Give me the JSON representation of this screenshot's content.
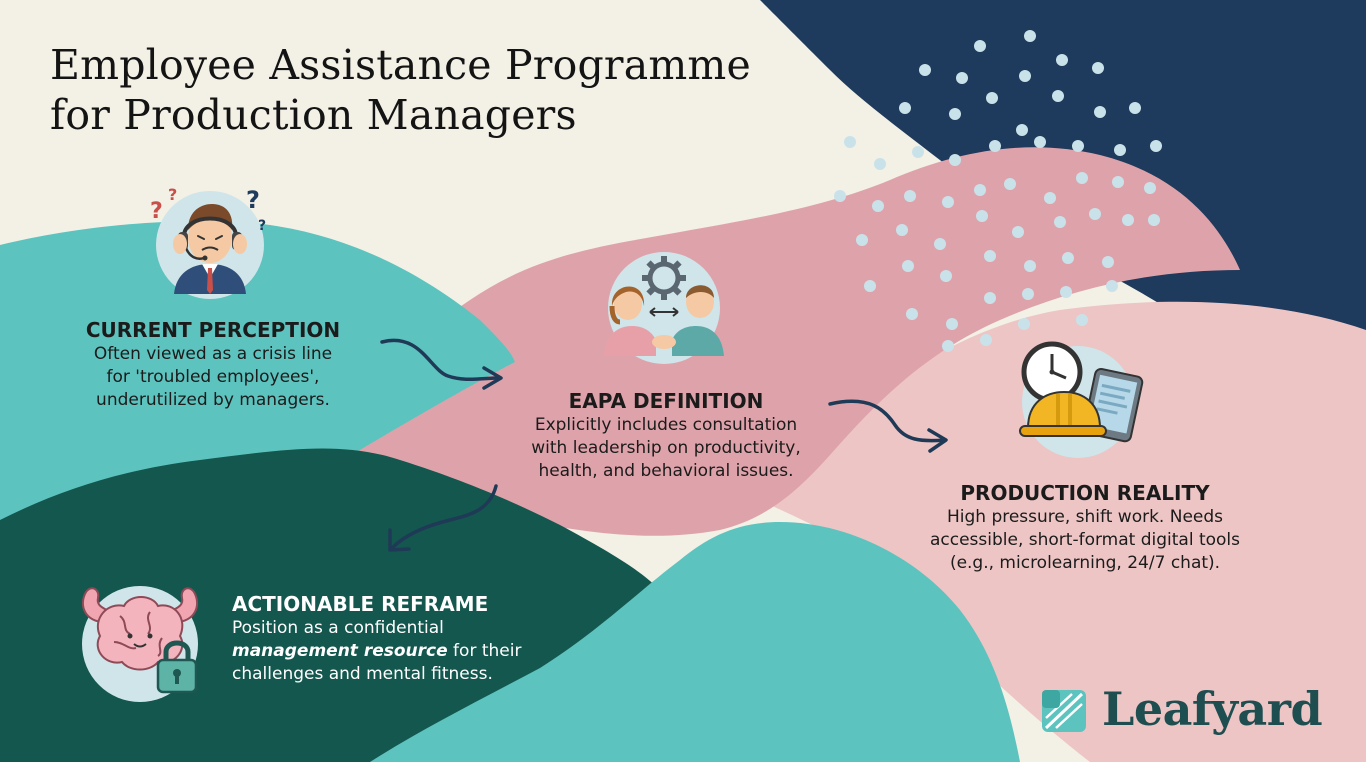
{
  "title": {
    "line1": "Employee Assistance Programme",
    "line2": "for Production Managers"
  },
  "sections": {
    "current_perception": {
      "heading": "CURRENT PERCEPTION",
      "lines": [
        "Often viewed as a crisis line",
        "for 'troubled employees',",
        "underutilized by managers."
      ]
    },
    "eapa_definition": {
      "heading": "EAPA DEFINITION",
      "lines": [
        "Explicitly includes consultation",
        "with leadership on productivity,",
        "health, and behavioral issues."
      ]
    },
    "production_reality": {
      "heading": "PRODUCTION REALITY",
      "lines": [
        "High pressure, shift work. Needs",
        "accessible, short-format digital tools",
        "(e.g., microlearning, 24/7 chat)."
      ]
    },
    "actionable_reframe": {
      "heading": "ACTIONABLE REFRAME",
      "line1": "Position as a confidential",
      "line2_emphasis": "management resource",
      "line2_rest": " for their",
      "line3": "challenges and mental fitness."
    }
  },
  "icons": {
    "current_perception": "stressed-headset-person-icon",
    "eapa_definition": "handshake-gear-icon",
    "production_reality": "clock-hardhat-tablet-icon",
    "actionable_reframe": "brain-lock-icon"
  },
  "brand": {
    "name": "Leafyard"
  },
  "colors": {
    "background": "#F3F0E6",
    "teal": "#5DC3BF",
    "dark_green": "#14574E",
    "pink": "#DEA3AA",
    "light_pink": "#EDC5C5",
    "navy": "#1E3A5C",
    "dots": "#C9E2EA",
    "arrow": "#1F3A57",
    "brand": "#1F4E50"
  }
}
